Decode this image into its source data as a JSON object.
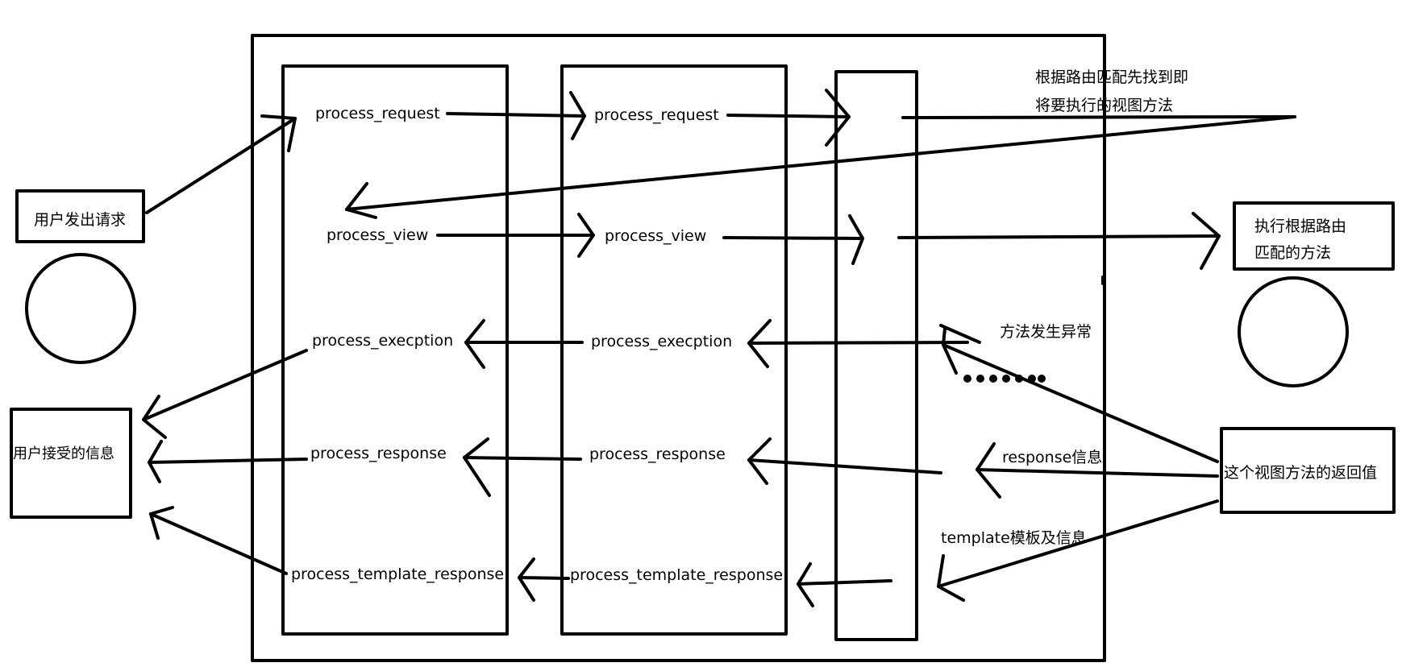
{
  "labels": {
    "user_request": "用户发出请求",
    "user_receive": "用户接受的信息",
    "route_match_line1": "根据路由匹配先找到即",
    "route_match_line2": "将要执行的视图方法",
    "execute_line1": "执行根据路由",
    "execute_line2": "匹配的方法",
    "method_exception": "方法发生异常",
    "response_info": "response信息",
    "template_info": "template模板及信息",
    "return_value": "这个视图方法的返回值"
  },
  "middleware1": {
    "process_request": "process_request",
    "process_view": "process_view",
    "process_exception": "process_execption",
    "process_response": "process_response",
    "process_template_response": "process_template_response"
  },
  "middleware2": {
    "process_request": "process_request",
    "process_view": "process_view",
    "process_exception": "process_execption",
    "process_response": "process_response",
    "process_template_response": "process_template_response"
  },
  "colors": {
    "stroke": "#000000",
    "background": "#ffffff"
  }
}
